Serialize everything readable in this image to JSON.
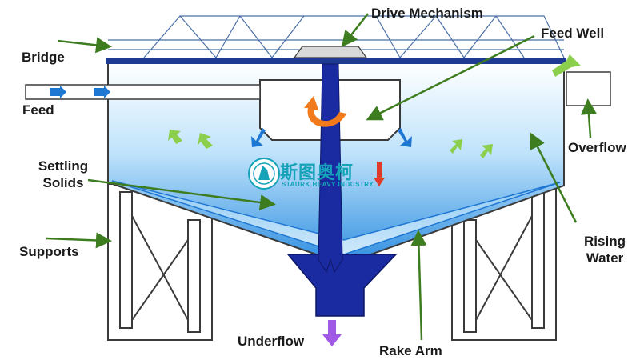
{
  "labels": {
    "drive_mechanism": "Drive Mechanism",
    "feed_well": "Feed Well",
    "bridge": "Bridge",
    "feed": "Feed",
    "overflow": "Overflow",
    "settling_solids": "Settling\nSolids",
    "supports": "Supports",
    "rising_water": "Rising\nWater",
    "underflow": "Underflow",
    "rake_arm": "Rake Arm"
  },
  "logo": {
    "chinese": "斯图奥柯",
    "english": "STAURK HEAVY INDUSTRY"
  },
  "colors": {
    "structure": "#3a3a3a",
    "bridge_blue": "#1f3a93",
    "shaft_blue": "#1a2aa0",
    "water_top": "#ffffff",
    "water_bottom": "#2f8ee0",
    "leader_green": "#3e7d1f",
    "rising_arrow": "#8ccf4d",
    "flow_arrow": "#1f77d4",
    "rotation_arrow": "#f07a1c",
    "underflow_arrow": "#a05ae6",
    "logo_teal": "#14a3b8"
  }
}
